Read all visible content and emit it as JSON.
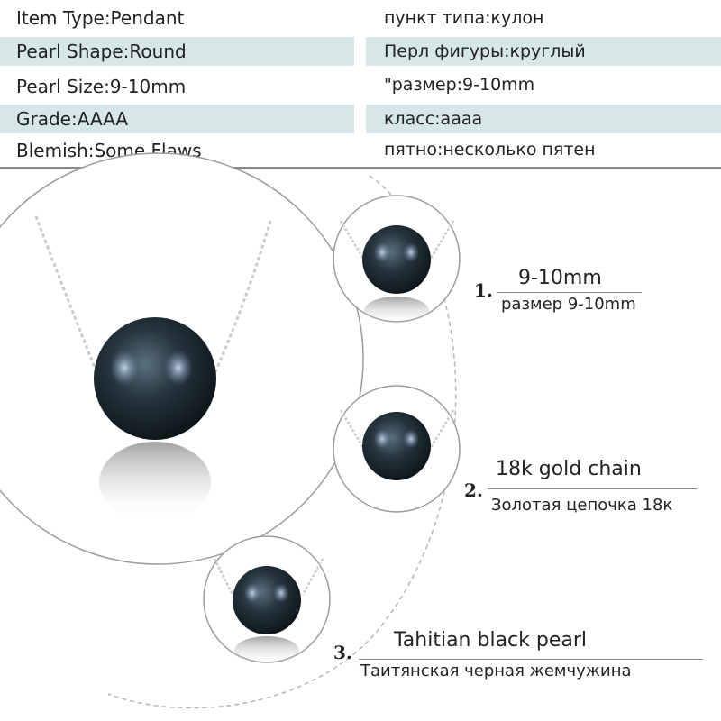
{
  "specs": {
    "rows": [
      {
        "en": "Item Type:Pendant",
        "ru": "пункт типа:кулон"
      },
      {
        "en": "Pearl Shape:Round",
        "ru": "Перл фигуры:круглый"
      },
      {
        "en": "Pearl Size:9-10mm",
        "ru": "\"размер:9-10mm"
      },
      {
        "en": "Grade:AAAA",
        "ru": "класс:аааа"
      },
      {
        "en": "Blemish:Some Flaws",
        "ru": "пятно:несколько пятен"
      }
    ]
  },
  "features": [
    {
      "number": "1.",
      "title": "9-10mm",
      "subtitle": "размер 9-10mm"
    },
    {
      "number": "2.",
      "title": "18k gold chain",
      "subtitle": "Золотая цепочка 18к"
    },
    {
      "number": "3.",
      "title": "Tahitian black pearl",
      "subtitle": "Таитянская черная жемчужина"
    }
  ],
  "colors": {
    "row_shade": "#d7e6e6",
    "pearl": "#1e2b33",
    "chain": "#c8ccd0"
  }
}
